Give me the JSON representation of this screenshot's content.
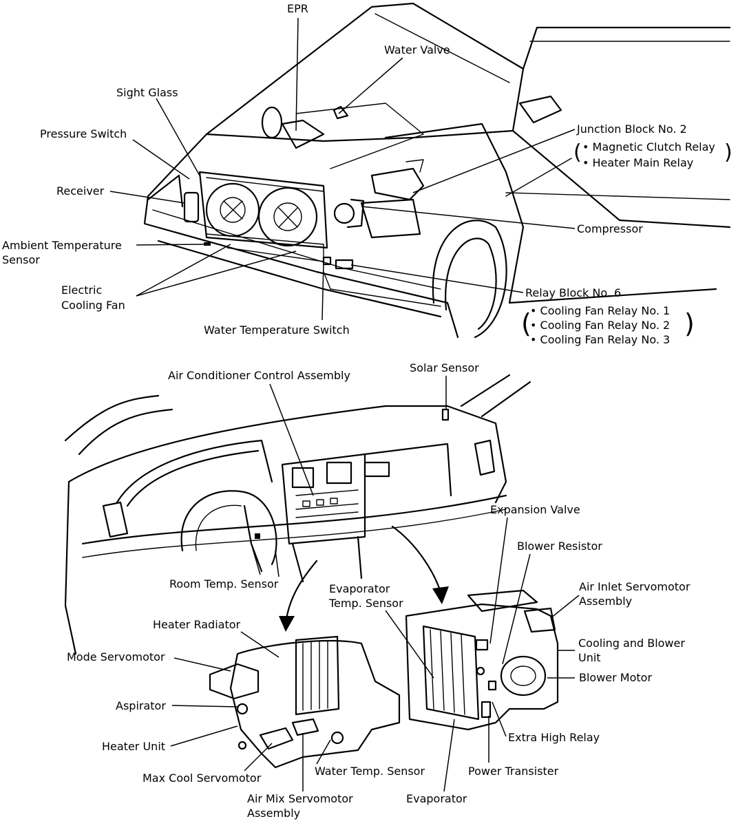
{
  "engine_labels": {
    "epr": "EPR",
    "water_valve": "Water Valve",
    "sight_glass": "Sight Glass",
    "pressure_switch": "Pressure Switch",
    "receiver": "Receiver",
    "ambient_temp_sensor_1": "Ambient Temperature",
    "ambient_temp_sensor_2": "Sensor",
    "electric_cooling_fan_1": "Electric",
    "electric_cooling_fan_2": "Cooling Fan",
    "water_temperature_switch": "Water Temperature Switch",
    "junction_block": "Junction Block No. 2",
    "junction_items": [
      "• Magnetic Clutch Relay",
      "• Heater Main Relay"
    ],
    "compressor": "Compressor",
    "relay_block": "Relay Block No. 6",
    "relay_items": [
      "• Cooling Fan Relay No. 1",
      "• Cooling Fan Relay No. 2",
      "• Cooling Fan Relay No. 3"
    ]
  },
  "dash_labels": {
    "ac_control_assembly": "Air Conditioner Control Assembly",
    "solar_sensor": "Solar Sensor",
    "expansion_valve": "Expansion Valve",
    "blower_resistor": "Blower Resistor",
    "room_temp_sensor": "Room Temp. Sensor",
    "evaporator_temp_sensor_1": "Evaporator",
    "evaporator_temp_sensor_2": "Temp. Sensor",
    "air_inlet_servomotor_1": "Air Inlet Servomotor",
    "air_inlet_servomotor_2": "Assembly",
    "heater_radiator": "Heater Radiator",
    "cooling_blower_unit_1": "Cooling and Blower",
    "cooling_blower_unit_2": "Unit",
    "mode_servomotor": "Mode Servomotor",
    "blower_motor": "Blower Motor",
    "aspirator": "Aspirator",
    "heater_unit": "Heater Unit",
    "extra_high_relay": "Extra High Relay",
    "max_cool_servomotor": "Max Cool Servomotor",
    "water_temp_sensor": "Water Temp. Sensor",
    "power_transister": "Power Transister",
    "air_mix_servomotor_1": "Air Mix Servomotor",
    "air_mix_servomotor_2": "Assembly",
    "evaporator": "Evaporator"
  }
}
